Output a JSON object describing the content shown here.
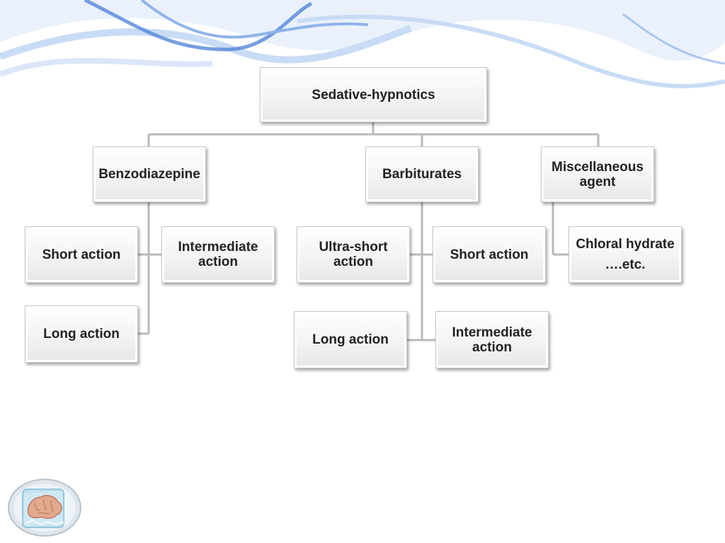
{
  "diagram": {
    "root": "Sedative-hypnotics",
    "categories": {
      "benzodiazepine": "Benzodiazepine",
      "barbiturates": "Barbiturates",
      "miscellaneous": "Miscellaneous agent"
    },
    "benzodiazepine_children": {
      "short": "Short action",
      "intermediate": "Intermediate action",
      "long": "Long action"
    },
    "barbiturates_children": {
      "ultra_short": "Ultra-short action",
      "short": "Short action",
      "long": "Long action",
      "intermediate": "Intermediate action"
    },
    "miscellaneous_children": {
      "chloral_line1": "Chloral hydrate",
      "chloral_line2": "….etc."
    }
  },
  "decor": {
    "wave_colors": [
      "#4a7fd6",
      "#8fb3ea",
      "#c9dcf5"
    ],
    "logo_icon": "brain-in-ice-cube-icon"
  }
}
